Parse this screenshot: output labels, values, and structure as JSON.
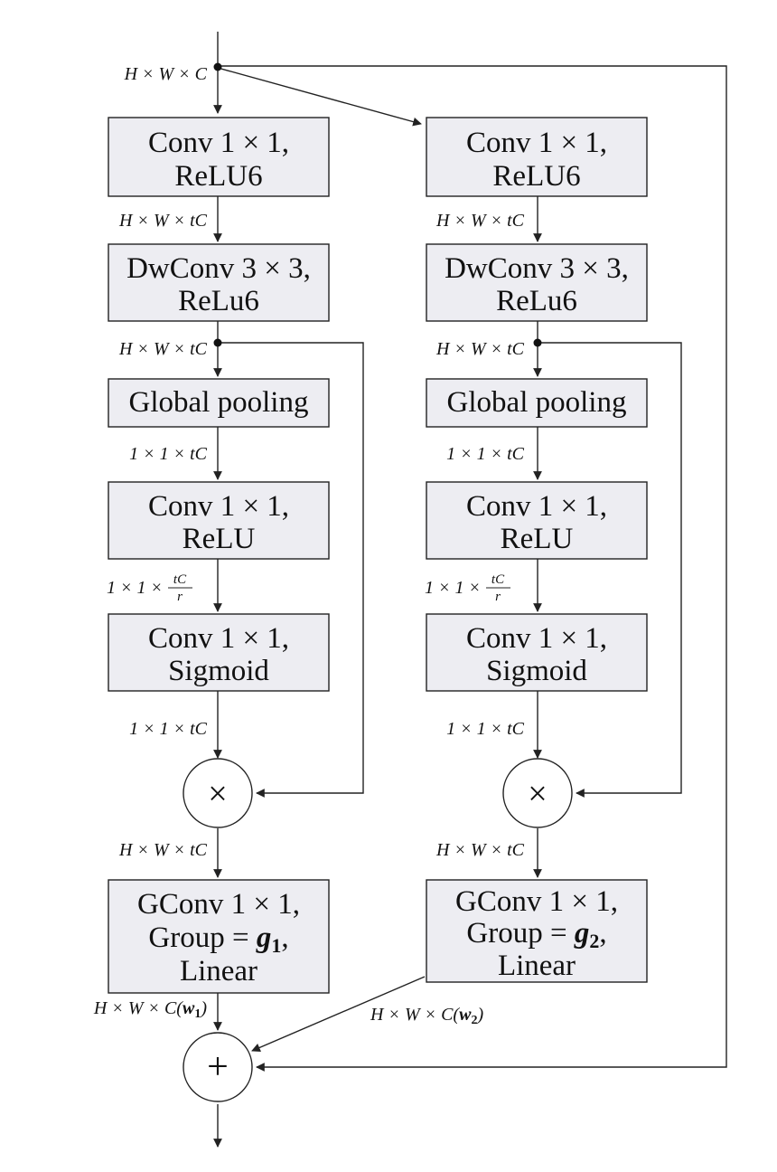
{
  "colors": {
    "box_fill": "#ededf2",
    "stroke": "#222222",
    "text": "#111111"
  },
  "branches": [
    {
      "blocks": {
        "conv1": {
          "line1": "Conv 1 × 1,",
          "line2": "ReLU6"
        },
        "dwconv": {
          "line1": "DwConv 3 × 3,",
          "line2": "ReLu6"
        },
        "pool": {
          "line1": "Global pooling"
        },
        "conv_relu": {
          "line1": "Conv 1 × 1,",
          "line2": "ReLU"
        },
        "conv_sig": {
          "line1": "Conv 1 × 1,",
          "line2": "Sigmoid"
        },
        "gconv": {
          "line1": "GConv 1 × 1,",
          "line2_prefix": "Group = ",
          "line2_var": "g",
          "line2_sub": "1",
          "line2_suffix": ",",
          "line3": "Linear"
        }
      },
      "dims": {
        "after_conv1": "H × W × tC",
        "after_dwconv": "H × W × tC",
        "after_pool": "1 × 1 × tC",
        "after_relu_prefix": "1 × 1 × ",
        "after_relu_num": "tC",
        "after_relu_den": "r",
        "after_sigmoid": "1 × 1 × tC",
        "after_mult": "H × W × tC",
        "output_prefix": "H × W × C(",
        "output_var": "w",
        "output_sub": "1",
        "output_suffix": ")"
      },
      "multiply_symbol": "×"
    },
    {
      "blocks": {
        "conv1": {
          "line1": "Conv 1 × 1,",
          "line2": "ReLU6"
        },
        "dwconv": {
          "line1": "DwConv 3 × 3,",
          "line2": "ReLu6"
        },
        "pool": {
          "line1": "Global pooling"
        },
        "conv_relu": {
          "line1": "Conv 1 × 1,",
          "line2": "ReLU"
        },
        "conv_sig": {
          "line1": "Conv 1 × 1,",
          "line2": "Sigmoid"
        },
        "gconv": {
          "line1": "GConv 1 × 1,",
          "line2_prefix": "Group = ",
          "line2_var": "g",
          "line2_sub": "2",
          "line2_suffix": ",",
          "line3": "Linear"
        }
      },
      "dims": {
        "after_conv1": "H × W × tC",
        "after_dwconv": "H × W × tC",
        "after_pool": "1 × 1 × tC",
        "after_relu_prefix": "1 × 1 × ",
        "after_relu_num": "tC",
        "after_relu_den": "r",
        "after_sigmoid": "1 × 1 × tC",
        "after_mult": "H × W × tC",
        "output_prefix": "H × W × C(",
        "output_var": "w",
        "output_sub": "2",
        "output_suffix": ")"
      },
      "multiply_symbol": "×"
    }
  ],
  "input_dim": "H × W × C",
  "add_symbol": "+"
}
